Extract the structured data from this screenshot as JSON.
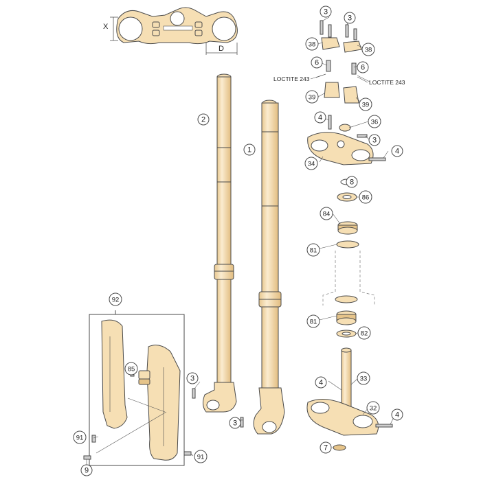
{
  "dimension_labels": {
    "x": "X",
    "d": "D"
  },
  "loctite": {
    "left": "LOCTITE 243",
    "right": "LOCTITE 243"
  },
  "callouts": [
    {
      "id": "c1",
      "label": "1"
    },
    {
      "id": "c2",
      "label": "2"
    },
    {
      "id": "c3a",
      "label": "3"
    },
    {
      "id": "c3b",
      "label": "3"
    },
    {
      "id": "c3c",
      "label": "3"
    },
    {
      "id": "c3d",
      "label": "3"
    },
    {
      "id": "c3e",
      "label": "3"
    },
    {
      "id": "c4a",
      "label": "4"
    },
    {
      "id": "c4b",
      "label": "4"
    },
    {
      "id": "c4c",
      "label": "4"
    },
    {
      "id": "c4d",
      "label": "4"
    },
    {
      "id": "c6a",
      "label": "6"
    },
    {
      "id": "c6b",
      "label": "6"
    },
    {
      "id": "c7",
      "label": "7"
    },
    {
      "id": "c8",
      "label": "8"
    },
    {
      "id": "c9",
      "label": "9"
    },
    {
      "id": "c32",
      "label": "32"
    },
    {
      "id": "c33",
      "label": "33"
    },
    {
      "id": "c34",
      "label": "34"
    },
    {
      "id": "c36",
      "label": "36"
    },
    {
      "id": "c38a",
      "label": "38"
    },
    {
      "id": "c38b",
      "label": "38"
    },
    {
      "id": "c39a",
      "label": "39"
    },
    {
      "id": "c39b",
      "label": "39"
    },
    {
      "id": "c81a",
      "label": "81"
    },
    {
      "id": "c81b",
      "label": "81"
    },
    {
      "id": "c82",
      "label": "82"
    },
    {
      "id": "c84",
      "label": "84"
    },
    {
      "id": "c85",
      "label": "85"
    },
    {
      "id": "c86",
      "label": "86"
    },
    {
      "id": "c91a",
      "label": "91"
    },
    {
      "id": "c91b",
      "label": "91"
    },
    {
      "id": "c92",
      "label": "92"
    }
  ],
  "colors": {
    "part_fill": "#f6dfb4",
    "outline": "#4a4a4a",
    "shadow": "#e6c48a",
    "callout_fill": "#ffffff"
  }
}
